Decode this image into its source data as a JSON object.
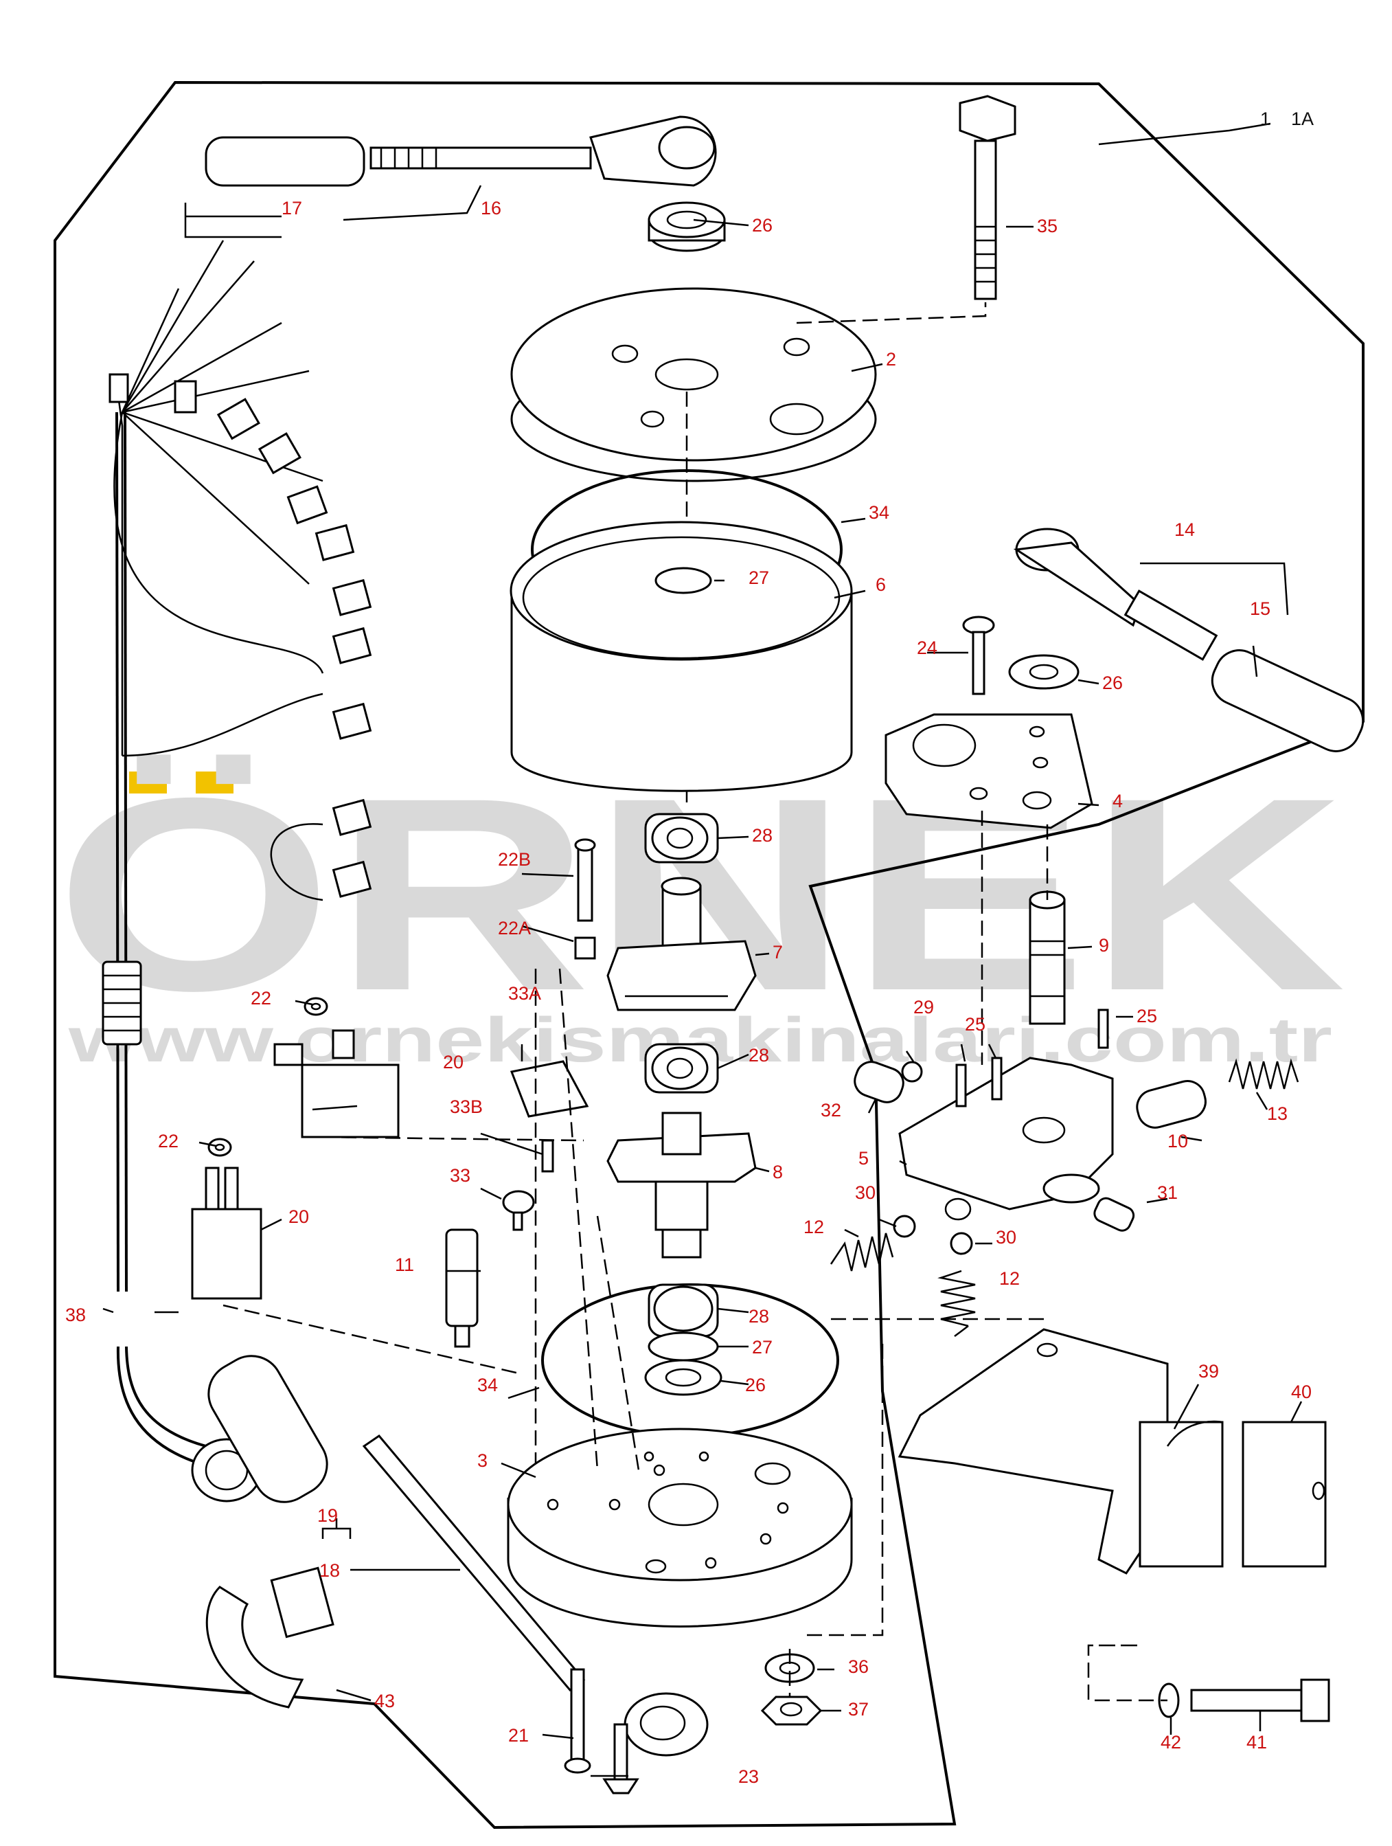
{
  "watermark": {
    "brand": "ÖRNEK",
    "url": "www.ornekismakinalari.com.tr"
  },
  "labels": {
    "1": "1",
    "1A": "1A",
    "2": "2",
    "3": "3",
    "4": "4",
    "5": "5",
    "6": "6",
    "7": "7",
    "8": "8",
    "9": "9",
    "10": "10",
    "11": "11",
    "12a": "12",
    "12b": "12",
    "13": "13",
    "14": "14",
    "15": "15",
    "16": "16",
    "17": "17",
    "18": "18",
    "19": "19",
    "20a": "20",
    "20b": "20",
    "21": "21",
    "22": "22",
    "22b": "22",
    "22A": "22A",
    "22B": "22B",
    "23": "23",
    "24": "24",
    "25a": "25",
    "25b": "25",
    "26a": "26",
    "26b": "26",
    "26c": "26",
    "27a": "27",
    "27b": "27",
    "28a": "28",
    "28b": "28",
    "28c": "28",
    "29": "29",
    "30a": "30",
    "30b": "30",
    "31": "31",
    "32": "32",
    "33": "33",
    "33A": "33A",
    "33B": "33B",
    "34a": "34",
    "34b": "34",
    "35": "35",
    "36": "36",
    "37": "37",
    "38": "38",
    "39": "39",
    "40": "40",
    "41": "41",
    "42": "42",
    "43": "43"
  },
  "colors": {
    "label": "#cc1111",
    "watermark": "#d9d9d9",
    "accent": "#f2c200"
  }
}
